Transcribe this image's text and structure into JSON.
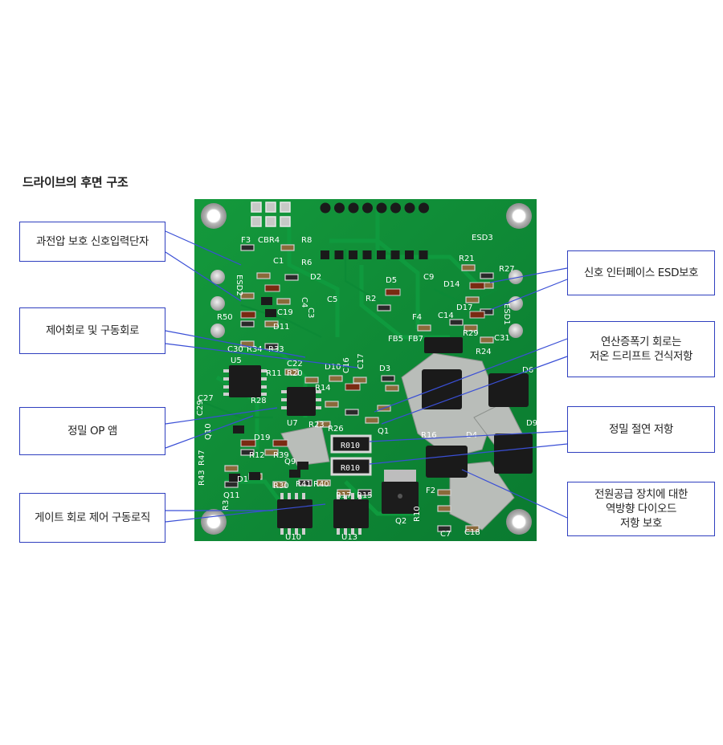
{
  "title": "드라이브의 후면 구조",
  "colors": {
    "board": "#0d8a34",
    "board_dark": "#07612a",
    "leader": "#3a4fd6",
    "box_border": "#2f3fbf"
  },
  "callouts": {
    "overvoltage": "과전압 보호 신호입력단자",
    "control": "제어회로 및 구동회로",
    "op_amp": "정밀 OP 앰",
    "gate": "게이트 회로 제어 구동로직",
    "esd": "신호 인터페이스 ESD보호",
    "drift_line1": "연산증폭기 회로는",
    "drift_line2": "저온 드리프트 건식저항",
    "insulation": "정밀 절연 저항",
    "reverse_line1": "전원공급 장치에 대한",
    "reverse_line2": "역방향 다이오드",
    "reverse_line3": "저항 보호"
  },
  "silkscreen": {
    "esd3": "ESD3",
    "r21": "R21",
    "r27": "R27",
    "d14": "D14",
    "d17": "D17",
    "esd1": "ESD1",
    "r29": "R29",
    "c31": "C31",
    "r24": "R24",
    "c14": "C14",
    "f3": "F3",
    "cbr4": "CBR4",
    "r8": "R8",
    "c1": "C1",
    "r6": "R6",
    "d2": "D2",
    "esd2": "ESD2",
    "c19": "C19",
    "c4": "C4",
    "c3": "C3",
    "r50": "R50",
    "d11": "D11",
    "c30": "C30",
    "r34": "R34",
    "r33": "R33",
    "c22": "C22",
    "r11": "R11",
    "r20": "R20",
    "u5": "U5",
    "c27": "C27",
    "c29": "C29",
    "r28": "R28",
    "u7": "U7",
    "r14": "R14",
    "r23": "R23",
    "r26": "R26",
    "d10": "D10",
    "c16": "C16",
    "c17": "C17",
    "d3": "D3",
    "c5": "C5",
    "r2": "R2",
    "d5": "D5",
    "c9": "C9",
    "f4": "F4",
    "fb5": "FB5",
    "fb7": "FB7",
    "d6": "D6",
    "d9": "D9",
    "d19": "D19",
    "r12": "R12",
    "r39": "R39",
    "q10": "Q10",
    "r47": "R47",
    "r43": "R43",
    "q11": "Q11",
    "q9": "Q9",
    "r30": "R30",
    "r41": "R41",
    "r40": "R40",
    "r17": "R17",
    "r15": "R15",
    "u10": "U10",
    "u13": "U13",
    "q2": "Q2",
    "f2": "F2",
    "c18": "C18",
    "r10": "R10",
    "c7": "C7",
    "res1": "R010",
    "res2": "R010",
    "q1": "Q1",
    "r16": "R16",
    "d4": "D4",
    "r3": "R3",
    "d1": "D1"
  }
}
